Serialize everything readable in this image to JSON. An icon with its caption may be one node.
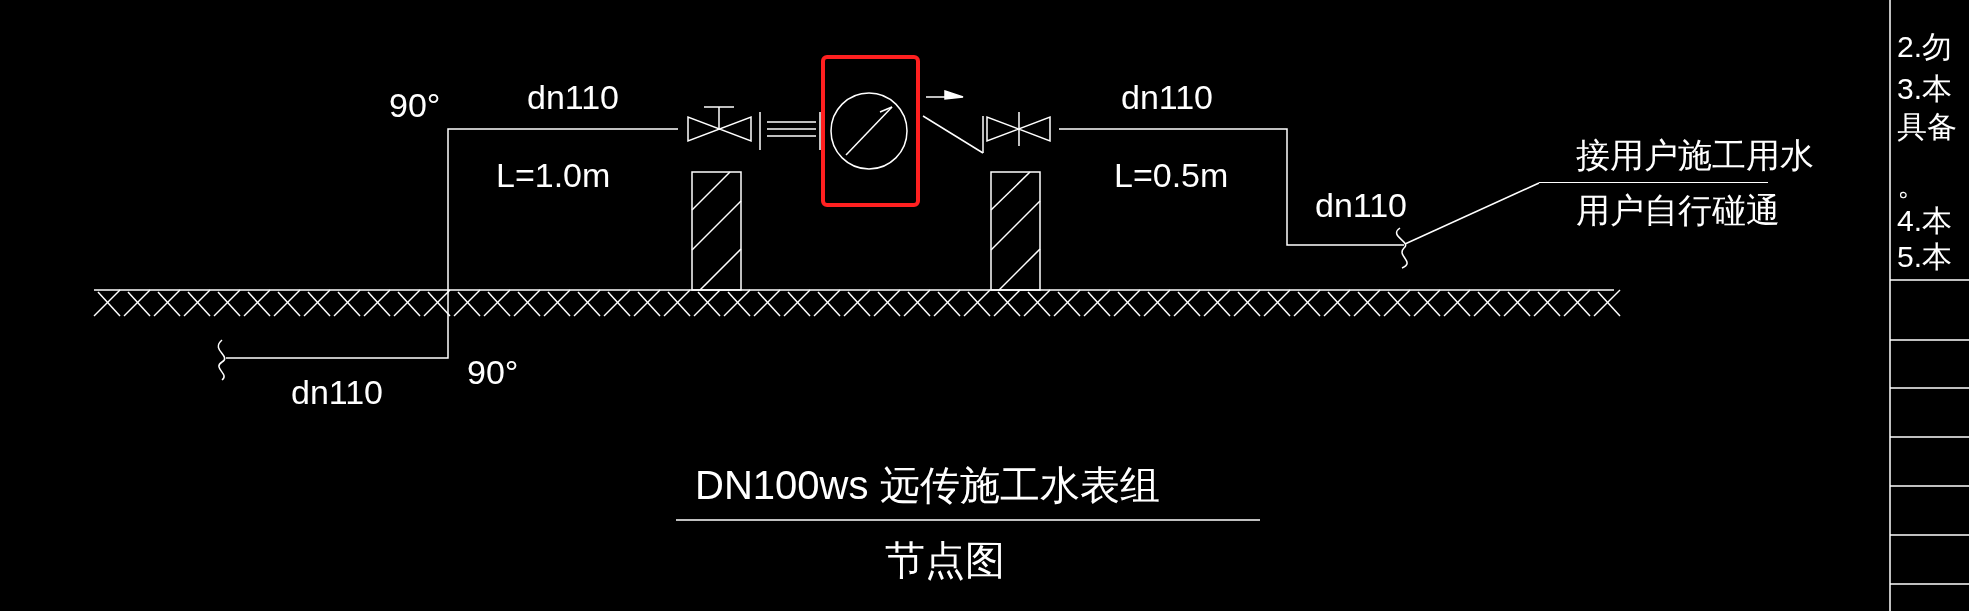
{
  "diagram": {
    "title": "DN100ws 远传施工水表组",
    "caption": "节点图",
    "nodes": [
      {
        "text": [
          "接用户施工用水",
          "用户自行碰通"
        ]
      },
      {
        "text": [],
        "shape": "picture"
      }
    ],
    "edges": [
      {
        "from": 0,
        "to": 1,
        "arrow": "none"
      }
    ],
    "labels": [
      "90°",
      "dn110",
      "dn110",
      "L=1.0m",
      "L=0.5m",
      "dn110",
      "90°",
      "dn110",
      "2.勿",
      "3.本",
      "具备",
      "。",
      "4.本",
      "5.本"
    ]
  }
}
